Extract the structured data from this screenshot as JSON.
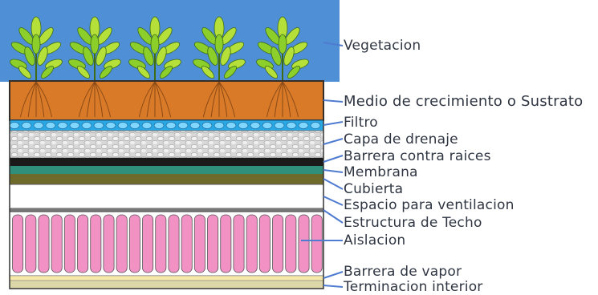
{
  "diagram": {
    "labels": {
      "vegetacion": "Vegetacion",
      "sustrato": "Medio de crecimiento o Sustrato",
      "filtro": "Filtro",
      "drenaje": "Capa de drenaje",
      "raices": "Barrera contra raices",
      "membrana": "Membrana",
      "cubierta": "Cubierta",
      "ventilacion": "Espacio para ventilacion",
      "estructura": "Estructura de Techo",
      "aislacion": "Aislacion",
      "vapor": "Barrera de vapor",
      "terminacion": "Terminacion interior"
    },
    "colors": {
      "sky": "#4f8fd6",
      "soil": "#d97a28",
      "filter": "#29a8e6",
      "drainage": "#d4d4d4",
      "root_barrier": "#1a1a1a",
      "membrane": "#2f8f7a",
      "deck": "#6e6a2a",
      "insulation": "#f291c4",
      "vapor_barrier": "#f6e8a8",
      "leader": "#4f7bd0"
    }
  }
}
